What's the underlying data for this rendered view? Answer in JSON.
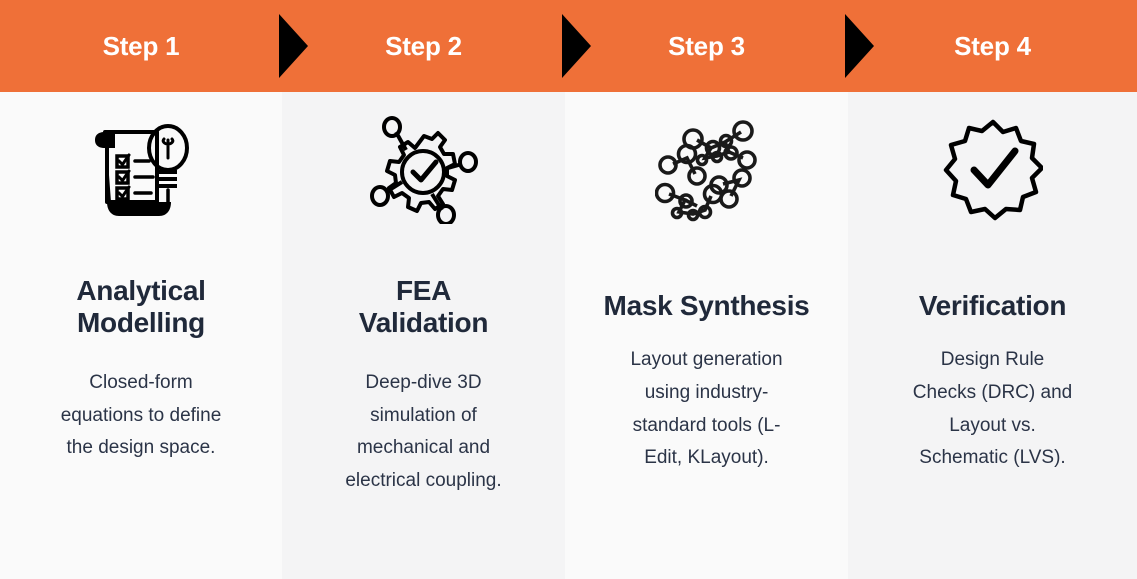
{
  "theme": {
    "header_background": "#ef7038",
    "header_text": "#ffffff",
    "arrow_color": "#000000",
    "column_background_light": "#fafafa",
    "column_background_dark": "#f4f4f5",
    "title_color": "#20293a",
    "body_color": "#2b3447",
    "icon_color": "#000000"
  },
  "header": {
    "steps": [
      {
        "label": "Step 1"
      },
      {
        "label": "Step 2"
      },
      {
        "label": "Step 3"
      },
      {
        "label": "Step 4"
      }
    ]
  },
  "columns": [
    {
      "icon": "scroll-checklist-lightbulb-icon",
      "title": "Analytical\nModelling",
      "body": "Closed-form\nequations to define\nthe design space."
    },
    {
      "icon": "gear-checkmark-network-icon",
      "title": "FEA\nValidation",
      "body": "Deep-dive 3D\nsimulation of\nmechanical and\nelectrical coupling."
    },
    {
      "icon": "molecular-network-nodes-icon",
      "title": "Mask Synthesis",
      "body": "Layout generation\nusing industry-\nstandard tools (L-\nEdit, KLayout)."
    },
    {
      "icon": "starburst-badge-checkmark-icon",
      "title": "Verification",
      "body": "Design Rule\nChecks (DRC) and\nLayout vs.\nSchematic (LVS)."
    }
  ]
}
